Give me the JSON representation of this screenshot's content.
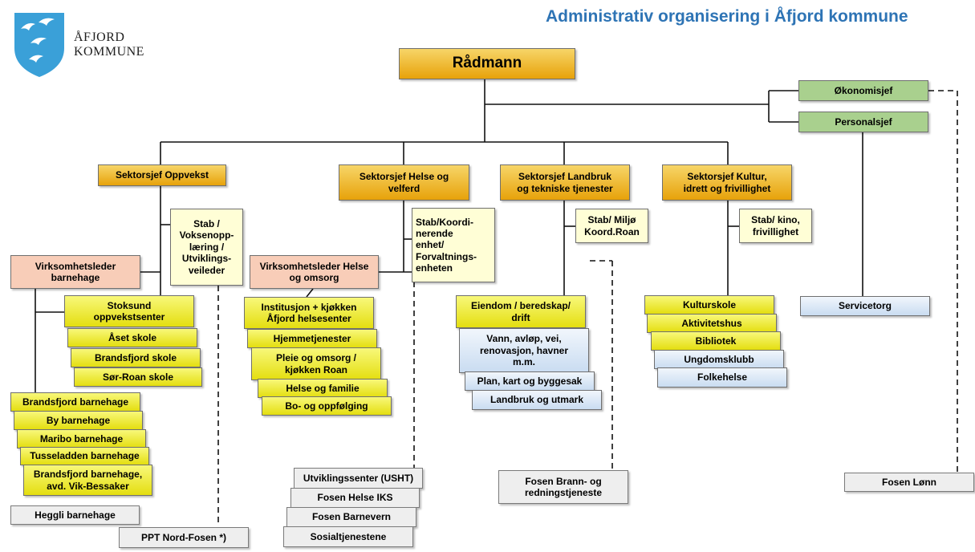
{
  "header": {
    "title": "Administrativ organisering i Åfjord kommune",
    "brand_line1": "ÅFJORD",
    "brand_line2": "KOMMUNE"
  },
  "colors": {
    "title_blue": "#2e74b5",
    "leader_gold": "#e7a20a",
    "unit_yellow": "#e4de10",
    "staff_cream": "#fffed6",
    "manager_salmon": "#f8cdb8",
    "chief_green": "#a9d08e",
    "service_blue": "#c9dcf1",
    "external_gray": "#eeeeee"
  },
  "org": {
    "top": "Rådmann",
    "okonomisjef": "Økonomisjef",
    "personalsjef": "Personalsjef",
    "sectors": {
      "oppvekst": "Sektorsjef Oppvekst",
      "helse": "Sektorsjef Helse og\nvelferd",
      "landbruk": "Sektorsjef Landbruk\nog tekniske tjenester",
      "kultur": "Sektorsjef Kultur,\nidrett og frivillighet"
    },
    "staff": {
      "oppvekst": "Stab /\nVoksenopp-\nlæring /\nUtviklings-\nveileder",
      "helse": "Stab/Koordi-\nnerende\nenhet/\nForvaltnings-\nenheten",
      "landbruk": "Stab/ Miljø\nKoord.Roan",
      "kultur": "Stab/ kino,\nfrivillighet"
    },
    "managers": {
      "barnehage": "Virksomhetsleder\nbarnehage",
      "helse": "Virksomhetsleder Helse\nog omsorg"
    },
    "schools": [
      "Stoksund\noppvekstsenter",
      "Åset skole",
      "Brandsfjord skole",
      "Sør-Roan skole"
    ],
    "kindergartens": [
      "Brandsfjord barnehage",
      "By barnehage",
      "Maribo barnehage",
      "Tusseladden barnehage",
      "Brandsfjord barnehage,\navd. Vik-Bessaker"
    ],
    "health_units": [
      "Institusjon + kjøkken\nÅfjord helsesenter",
      "Hjemmetjenester",
      "Pleie og omsorg /\nkjøkken Roan",
      "Helse og familie",
      "Bo- og oppfølging"
    ],
    "technical_units": [
      "Eiendom / beredskap/\ndrift",
      "Vann, avløp, vei,\nrenovasjon, havner\nm.m.",
      "Plan, kart og byggesak",
      "Landbruk og utmark"
    ],
    "culture_units": [
      "Kulturskole",
      "Aktivitetshus",
      "Bibliotek",
      "Ungdomsklubb",
      "Folkehelse"
    ],
    "servicetorg": "Servicetorg",
    "external": {
      "heggli": "Heggli barnehage",
      "ppt": "PPT Nord-Fosen *)",
      "usht": "Utviklingssenter (USHT)",
      "fosen_helse": "Fosen Helse IKS",
      "fosen_barnevern": "Fosen Barnevern",
      "sosial": "Sosialtjenestene",
      "brann": "Fosen Brann- og\nredningstjeneste",
      "lonn": "Fosen Lønn"
    }
  }
}
